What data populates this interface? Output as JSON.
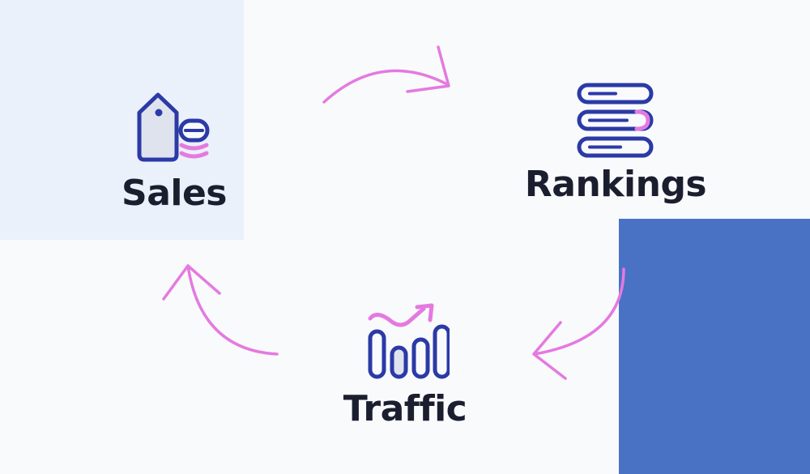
{
  "diagram": {
    "nodes": {
      "sales": {
        "label": "Sales",
        "icon": "price-tag-coins-icon"
      },
      "rankings": {
        "label": "Rankings",
        "icon": "ranking-list-icon"
      },
      "traffic": {
        "label": "Traffic",
        "icon": "traffic-chart-icon"
      }
    },
    "edges": [
      {
        "from": "sales",
        "to": "rankings"
      },
      {
        "from": "rankings",
        "to": "traffic"
      },
      {
        "from": "traffic",
        "to": "sales"
      }
    ]
  },
  "colors": {
    "background": "#f9fafc",
    "sales_panel": "#eaf1fa",
    "blue_panel": "#4a72c4",
    "icon_navy": "#2b3aa6",
    "accent_pink": "#e47ae0",
    "text": "#1b1e2e"
  }
}
